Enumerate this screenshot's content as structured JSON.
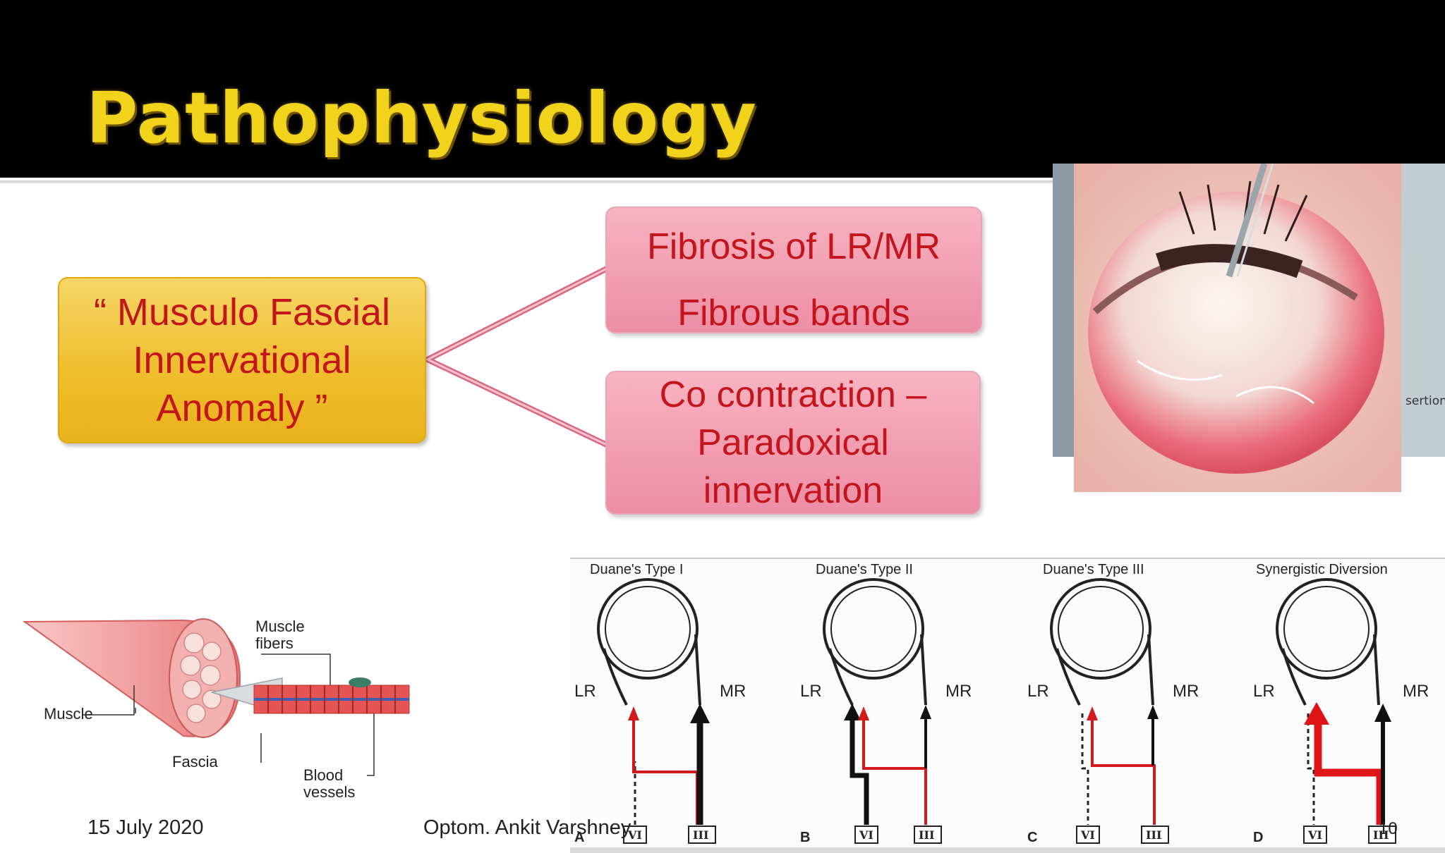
{
  "slide": {
    "title": "Pathophysiology",
    "root_box": {
      "lines": [
        "“ Musculo  Fascial",
        "Innervational",
        "Anomaly ”"
      ]
    },
    "top_box": {
      "lines": [
        "Fibrosis of LR/MR",
        "Fibrous bands"
      ]
    },
    "bottom_box": {
      "lines": [
        "Co contraction –",
        "Paradoxical",
        "innervation"
      ]
    },
    "photo": {
      "overlay_text": "sertion"
    },
    "muscle_diagram": {
      "labels": {
        "muscle": "Muscle",
        "muscle_fibers_1": "Muscle",
        "muscle_fibers_2": "fibers",
        "fascia": "Fascia",
        "blood_vessels_1": "Blood",
        "blood_vessels_2": "vessels"
      }
    },
    "duane_diagram": {
      "panels": [
        {
          "heading": "Duane's Type I",
          "letter": "A",
          "lr": "LR",
          "mr": "MR",
          "vi": "VI",
          "iii": "III"
        },
        {
          "heading": "Duane's Type II",
          "letter": "B",
          "lr": "LR",
          "mr": "MR",
          "vi": "VI",
          "iii": "III"
        },
        {
          "heading": "Duane's Type III",
          "letter": "C",
          "lr": "LR",
          "mr": "MR",
          "vi": "VI",
          "iii": "III"
        },
        {
          "heading": "Synergistic Diversion",
          "letter": "D",
          "lr": "LR",
          "mr": "MR",
          "vi": "VI",
          "iii": "III"
        }
      ]
    },
    "footer": {
      "date": "15 July 2020",
      "author": "Optom. Ankit Varshney",
      "page_number": "10"
    },
    "colors": {
      "title": "#f2d31c",
      "root_box": "#efbe2e",
      "pink_box": "#f19bb0",
      "box_text": "#c4141c",
      "connector": "#d9687e"
    }
  }
}
